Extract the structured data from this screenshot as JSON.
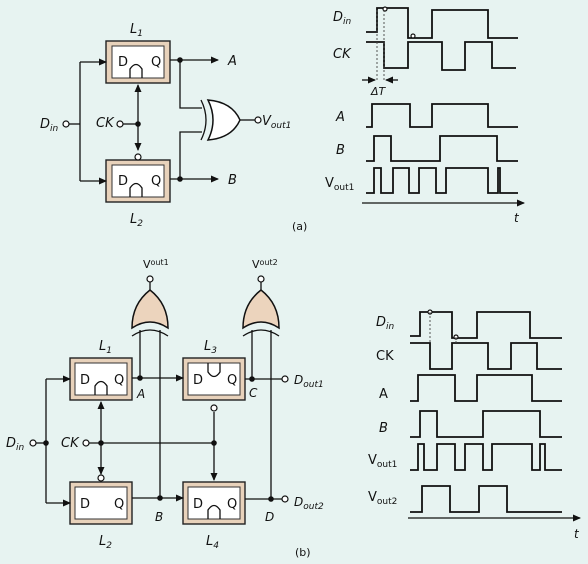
{
  "part_a": {
    "latch_top": "L",
    "latch_top_sub": "1",
    "latch_bottom": "L",
    "latch_bottom_sub": "2",
    "pin_d": "D",
    "pin_q": "Q",
    "out_a": "A",
    "out_b": "B",
    "input_din": "D",
    "input_din_sub": "in",
    "input_ck": "CK",
    "output": "V",
    "output_sub": "out1",
    "timing_labels": {
      "din": "D",
      "din_sub": "in",
      "ck": "CK",
      "a": "A",
      "b": "B",
      "vout": "V",
      "vout_sub": "out1",
      "delta": "ΔT",
      "t": "t"
    },
    "caption": "(a)"
  },
  "part_b": {
    "latches": [
      {
        "name": "L",
        "sub": "1"
      },
      {
        "name": "L",
        "sub": "2"
      },
      {
        "name": "L",
        "sub": "3"
      },
      {
        "name": "L",
        "sub": "4"
      }
    ],
    "pin_d": "D",
    "pin_q": "Q",
    "node_a": "A",
    "node_b": "B",
    "node_c": "C",
    "node_d": "D",
    "input_din": "D",
    "input_din_sub": "in",
    "input_ck": "CK",
    "vout1": "V",
    "vout1_sub": "out1",
    "vout2": "V",
    "vout2_sub": "out2",
    "dout1": "D",
    "dout1_sub": "out1",
    "dout2": "D",
    "dout2_sub": "out2",
    "timing_labels": {
      "din": "D",
      "din_sub": "in",
      "ck": "CK",
      "a": "A",
      "b": "B",
      "vout1": "V",
      "vout1_sub": "out1",
      "vout2": "V",
      "vout2_sub": "out2",
      "t": "t"
    },
    "caption": "(b)"
  }
}
